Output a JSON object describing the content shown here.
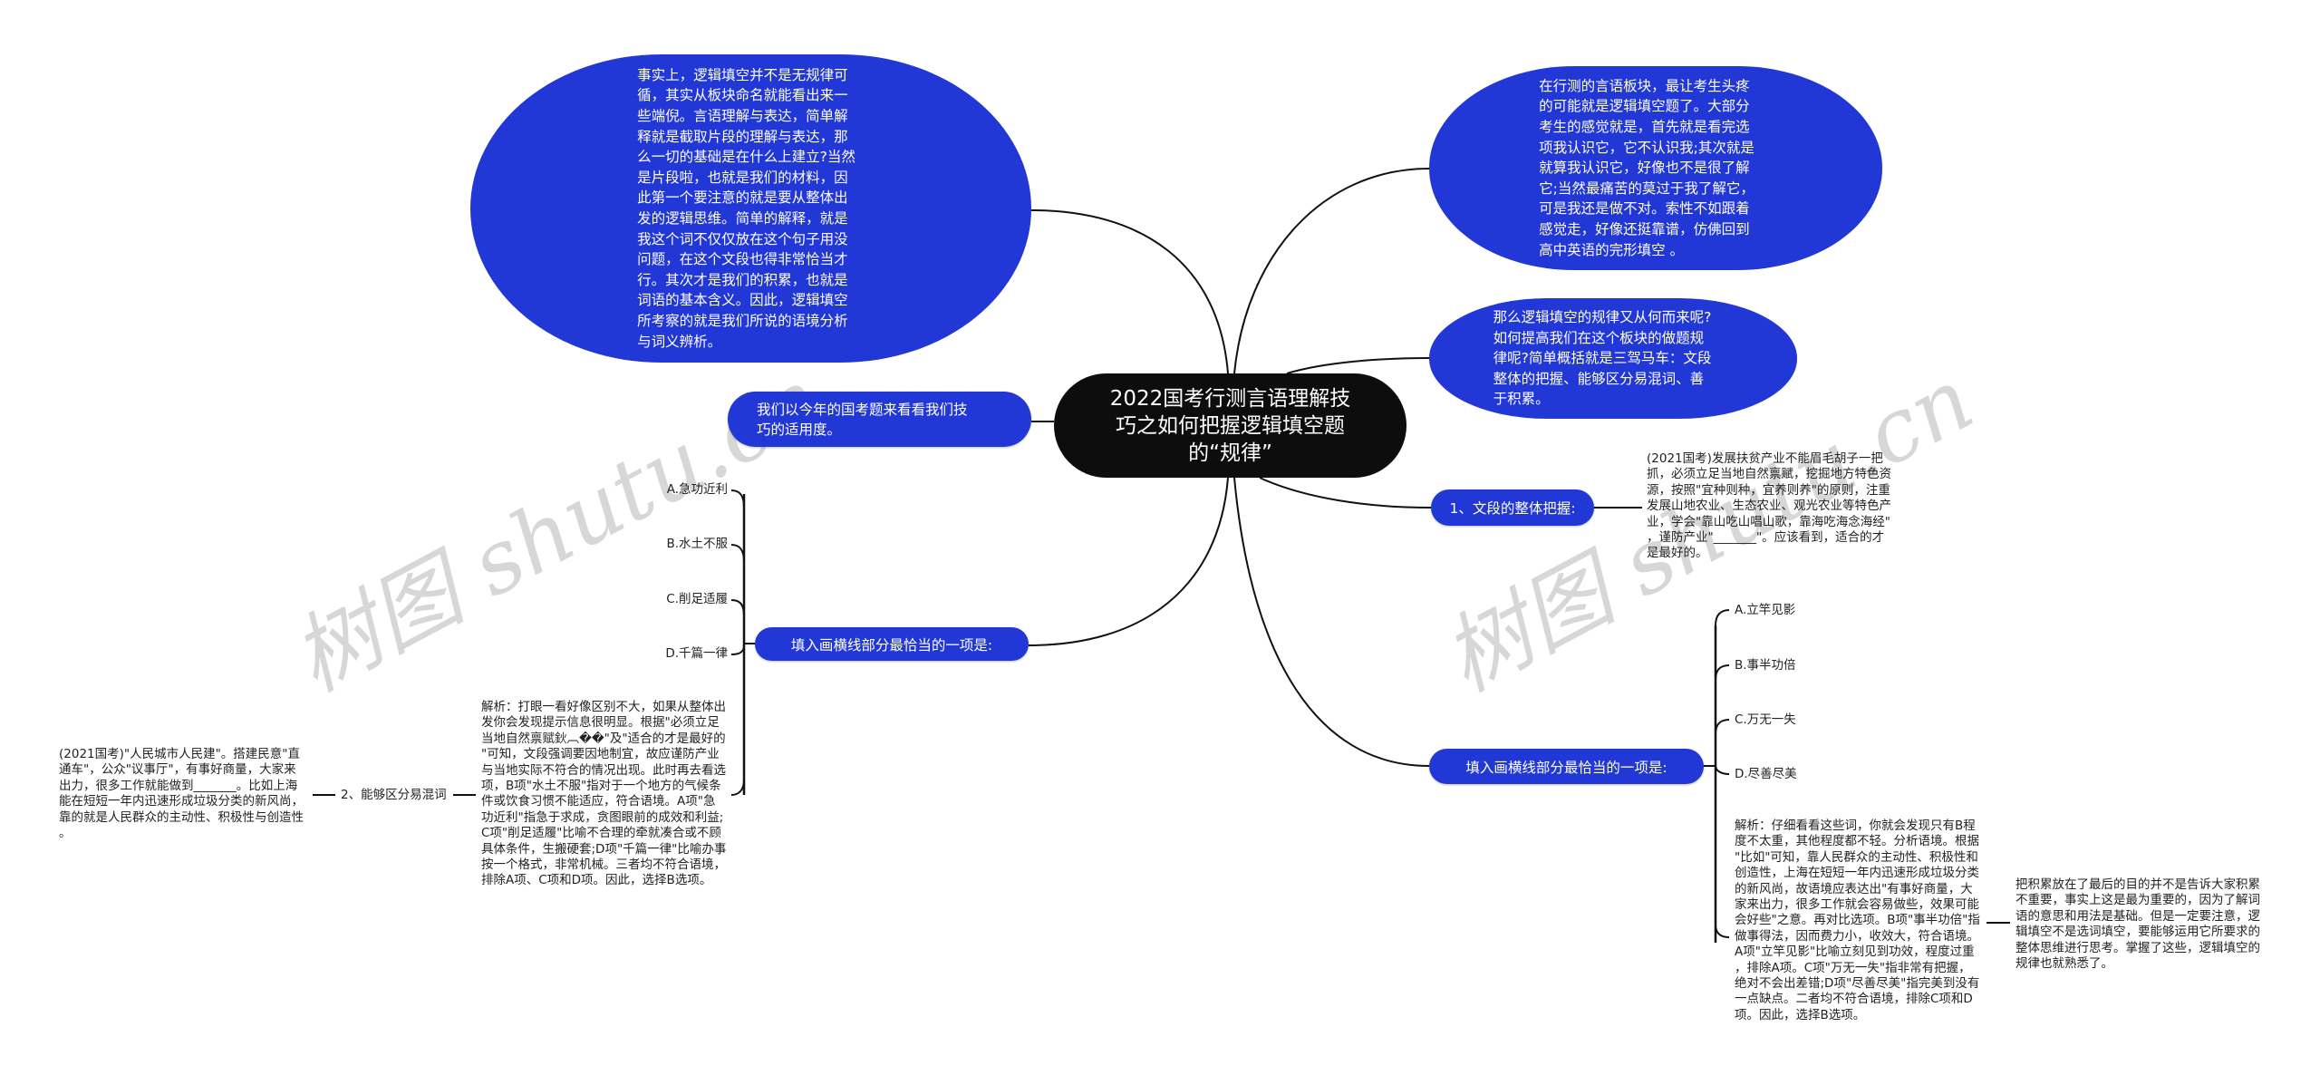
{
  "colors": {
    "node_fill": "#2238d6",
    "root_fill": "#0d0d0d",
    "link": "#111111",
    "watermark": "#969696"
  },
  "root": {
    "label": "2022国考行测言语理解技\n巧之如何把握逻辑填空题\n的“规律”"
  },
  "left": {
    "intro_bubble": "事实上，逻辑填空并不是无规律可\n循，其实从板块命名就能看出来一\n些端倪。言语理解与表达，简单解\n释就是截取片段的理解与表达，那\n么一切的基础是在什么上建立?当然\n是片段啦，也就是我们的材料，因\n此第一个要注意的就是要从整体出\n发的逻辑思维。简单的解释，就是\n我这个词不仅仅放在这个句子用没\n问题，在这个文段也得非常恰当才\n行。其次才是我们的积累，也就是\n词语的基本含义。因此，逻辑填空\n所考察的就是我们所说的语境分析\n与词义辨析。",
    "example_pill": "我们以今年的国考题来看看我们技\n巧的适用度。",
    "question_pill": "填入画横线部分最恰当的一项是:",
    "options": [
      "A.急功近利",
      "B.水土不服",
      "C.削足适履",
      "D.千篇一律"
    ],
    "analysis": "解析：打眼一看好像区别不大，如果从整体出\n发你会发现提示信息很明显。根据\"必须立足\n当地自然禀赋鈥︹��\"及\"适合的才是最好的\n\"可知，文段强调要因地制宜，故应谨防产业\n与当地实际不符合的情况出现。此时再去看选\n项，B项\"水土不服\"指对于一个地方的气候条\n件或饮食习惯不能适应，符合语境。A项\"急\n功近利\"指急于求成，贪图眼前的成效和利益;\nC项\"削足适履\"比喻不合理的牵就凑合或不顾\n具体条件，生搬硬套;D项\"千篇一律\"比喻办事\n按一个格式，非常机械。三者均不符合语境，\n排除A项、C项和D项。因此，选择B选项。",
    "topic2_label": "2、能够区分易混词",
    "topic2_example": "(2021国考)\"人民城市人民建\"。搭建民意\"直\n通车\"，公众\"议事厅\"，有事好商量，大家来\n出力，很多工作就能做到_______。比如上海\n能在短短一年内迅速形成垃圾分类的新风尚，\n靠的就是人民群众的主动性、积极性与创造性\n。"
  },
  "right": {
    "intro_bubble": "在行测的言语板块，最让考生头疼\n的可能就是逻辑填空题了。大部分\n考生的感觉就是，首先就是看完选\n项我认识它，它不认识我;其次就是\n就算我认识它，好像也不是很了解\n它;当然最痛苦的莫过于我了解它，\n可是我还是做不对。索性不如跟着\n感觉走，好像还挺靠谱，仿佛回到\n高中英语的完形填空 。",
    "rule_bubble": "那么逻辑填空的规律又从何而来呢?\n如何提高我们在这个板块的做题规\n律呢?简单概括就是三驾马车：文段\n整体的把握、能够区分易混词、善\n于积累。",
    "topic1_pill": "1、文段的整体把握:",
    "topic1_example": "(2021国考)发展扶贫产业不能眉毛胡子一把\n抓，必须立足当地自然禀赋，挖掘地方特色资\n源，按照\"宜种则种，宜养则养\"的原则，注重\n发展山地农业、生态农业、观光农业等特色产\n业，学会\"靠山吃山唱山歌，靠海吃海念海经\"\n，谨防产业\"_______\"。应该看到，适合的才\n是最好的。",
    "question_pill": "填入画横线部分最恰当的一项是:",
    "options": [
      "A.立竿见影",
      "B.事半功倍",
      "C.万无一失",
      "D.尽善尽美"
    ],
    "analysis": "解析：仔细看看这些词，你就会发现只有B程\n度不太重，其他程度都不轻。分析语境。根据\n\"比如\"可知，靠人民群众的主动性、积极性和\n创造性，上海在短短一年内迅速形成垃圾分类\n的新风尚，故语境应表达出\"有事好商量，大\n家来出力，很多工作就会容易做些，效果可能\n会好些\"之意。再对比选项。B项\"事半功倍\"指\n做事得法，因而费力小，收效大，符合语境。\nA项\"立竿见影\"比喻立刻见到功效，程度过重\n，排除A项。C项\"万无一失\"指非常有把握，\n绝对不会出差错;D项\"尽善尽美\"指完美到没有\n一点缺点。二者均不符合语境，排除C项和D\n项。因此，选择B选项。",
    "topic3_note": "把积累放在了最后的目的并不是告诉大家积累\n不重要，事实上这是最为重要的，因为了解词\n语的意思和用法是基础。但是一定要注意，逻\n辑填空不是选词填空，要能够运用它所要求的\n整体思维进行思考。掌握了这些，逻辑填空的\n规律也就熟悉了。"
  },
  "watermarks": [
    "树图 shutu.cn",
    "树图 shutu.cn"
  ]
}
